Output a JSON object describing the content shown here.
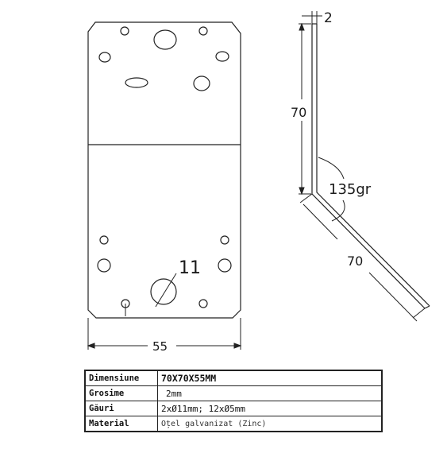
{
  "dimensions": {
    "thickness": "2",
    "leg_upper": "70",
    "leg_lower": "70",
    "angle": "135gr",
    "hole": "11",
    "width": "55"
  },
  "table": {
    "rows": [
      {
        "key": "Dimensiune",
        "value": "70X70X55MM"
      },
      {
        "key": "Grosime",
        "value": "2mm"
      },
      {
        "key": "Găuri",
        "value": "2xØ11mm; 12xØ5mm"
      },
      {
        "key": "Material",
        "value": "Oțel galvanizat (Zinc)"
      }
    ]
  },
  "colors": {
    "line": "#222222",
    "background": "#ffffff"
  }
}
